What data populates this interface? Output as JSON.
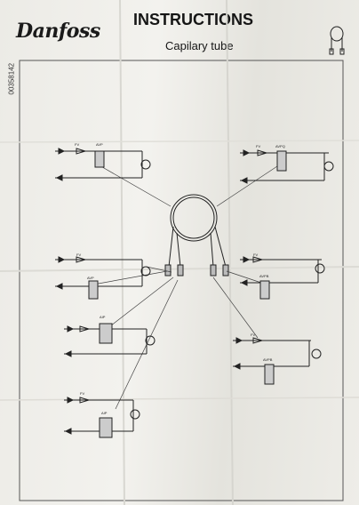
{
  "header": {
    "brand": "Danfoss",
    "title": "INSTRUCTIONS",
    "subtitle": "Capilary tube",
    "doc_code": "00358142"
  },
  "labels": {
    "fv": "FV",
    "avp": "AVP",
    "avpq": "AVPQ",
    "avpb": "AVPB",
    "avpa": "AVPA",
    "aip": "AIP",
    "avp2": "AVPB"
  }
}
